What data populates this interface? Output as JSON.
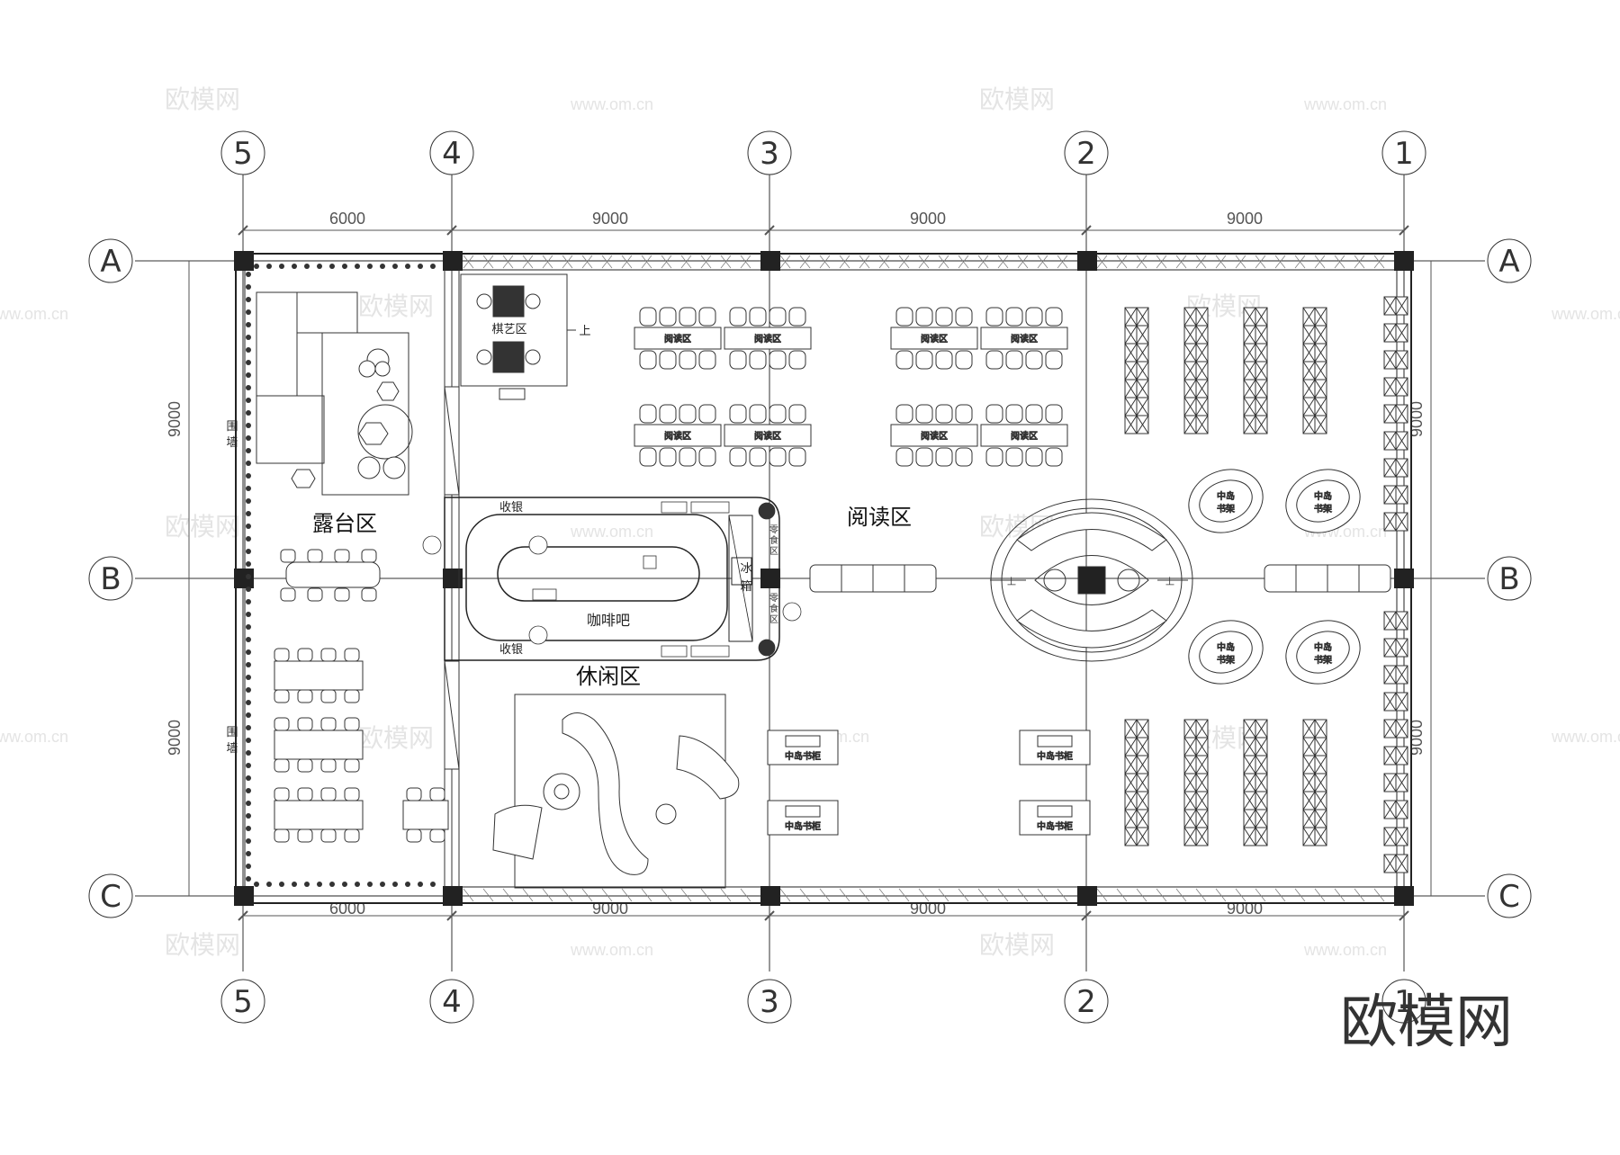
{
  "plan": {
    "axes_columns": [
      "5",
      "4",
      "3",
      "2",
      "1"
    ],
    "axes_rows": [
      "A",
      "B",
      "C"
    ],
    "dims_top": [
      "6000",
      "9000",
      "9000",
      "9000"
    ],
    "dims_bottom": [
      "6000",
      "9000",
      "9000",
      "9000"
    ],
    "dims_left": [
      "9000",
      "9000"
    ],
    "dims_right": [
      "9000",
      "9000"
    ],
    "rooms": {
      "terrace": "露台区",
      "reading": "阅读区",
      "leisure": "休闲区",
      "cafe": "咖啡吧",
      "chess": "棋艺区",
      "fridge_1": "冰",
      "fridge_2": "箱",
      "cashier_top": "收银",
      "cashier_bottom": "收银",
      "stairs_up": "上",
      "wall_1": "围",
      "wall_2": "墙",
      "snack_1": "零",
      "snack_2": "食",
      "snack_3": "区"
    },
    "table_label": "阅读区",
    "island_shelf_1": "中岛",
    "island_shelf_2": "书架",
    "island_cabinet": "中岛书柜"
  },
  "watermark": {
    "logo_text": "欧模网",
    "url": "www.om.cn"
  },
  "brand": "欧模网"
}
